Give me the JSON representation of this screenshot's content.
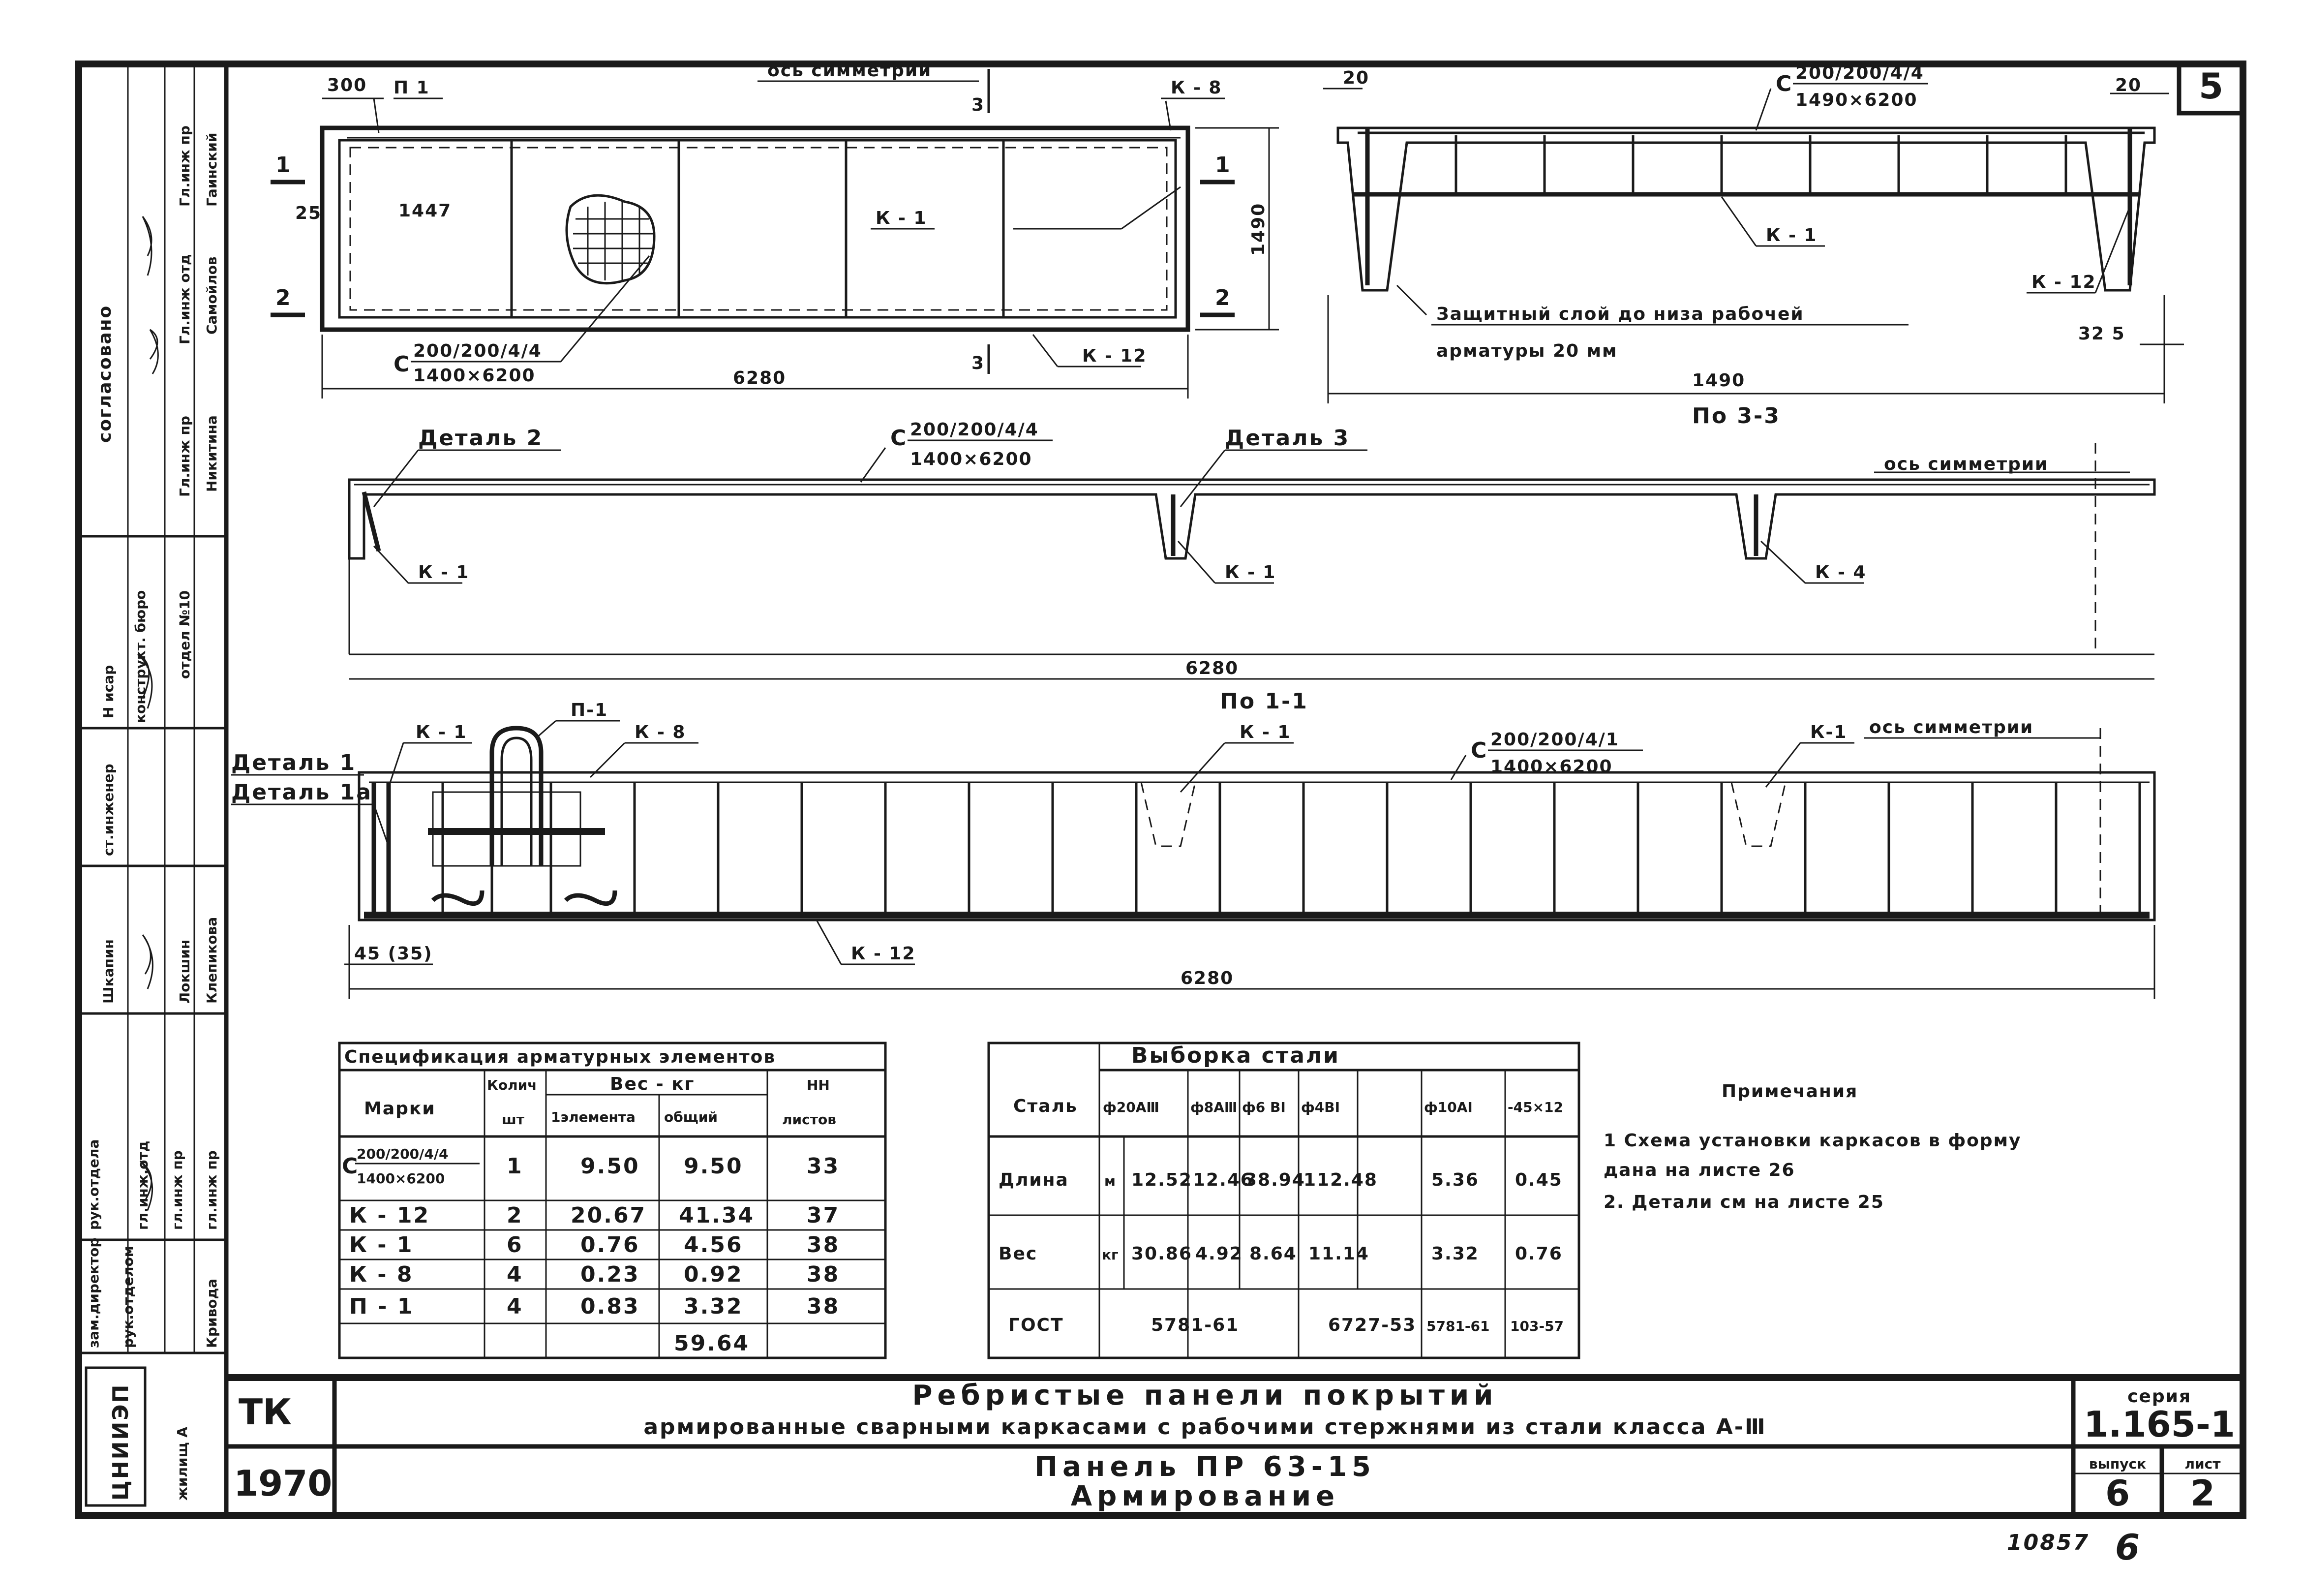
{
  "sheet_number": "5",
  "stamp_number": "10857",
  "stamp_page": "6",
  "plan": {
    "labels": {
      "p1": "П 1",
      "k8": "К - 8",
      "k1": "К - 1",
      "k12": "К - 12",
      "axis": "ось симметрии",
      "mesh_top": "200/200/4/4",
      "mesh_bottom": "1400×6200",
      "mesh_prefix": "С",
      "section1": "1",
      "section2": "2",
      "section3": "3"
    },
    "dims": {
      "d300": "300",
      "d1447": "1447",
      "d25": "25",
      "d1490": "1490",
      "d6280": "6280"
    }
  },
  "section33": {
    "title": "По 3-3",
    "mesh_top": "200/200/4/4",
    "mesh_bottom": "1490×6200",
    "mesh_prefix": "С",
    "k1": "К - 1",
    "k12": "К - 12",
    "note_line1": "Защитный слой до низа рабочей",
    "note_line2": "арматуры  20 мм",
    "d20a": "20",
    "d20b": "20",
    "d325": "32 5",
    "d1490": "1490"
  },
  "section_long": {
    "detail2": "Деталь 2",
    "detail3": "Деталь 3",
    "mesh_top": "200/200/4/4",
    "mesh_bottom": "1400×6200",
    "mesh_prefix": "С",
    "axis": "ось симметрии",
    "k1": "К - 1",
    "k1b": "К - 4",
    "d6280": "6280"
  },
  "section11": {
    "title": "По 1-1",
    "detail1": "Деталь 1",
    "detail1a": "Деталь 1а",
    "k1": "К - 1",
    "p1": "П-1",
    "k8": "К - 8",
    "k1c": "К - 1",
    "mesh_top": "200/200/4/1",
    "mesh_bottom": "1400×6200",
    "mesh_prefix": "С",
    "k1d": "К-1",
    "axis": "ось симметрии",
    "d45": "45 (35)",
    "k12": "К - 12",
    "d6280": "6280"
  },
  "spec_table": {
    "title": "Спецификация арматурных элементов",
    "headers": {
      "mark": "Марки",
      "qty": "Колич",
      "qty_unit": "шт",
      "weight": "Вес - кг",
      "per_elem": "1элемента",
      "total": "общий",
      "sheets": "НН",
      "sheets_sub": "листов"
    },
    "rows": [
      {
        "mark_top": "200/200/4/4",
        "mark_bottom": "1400×6200",
        "mark_prefix": "С",
        "qty": "1",
        "per": "9.50",
        "total": "9.50",
        "sheet": "33"
      },
      {
        "mark": "К - 12",
        "qty": "2",
        "per": "20.67",
        "total": "41.34",
        "sheet": "37"
      },
      {
        "mark": "К - 1",
        "qty": "6",
        "per": "0.76",
        "total": "4.56",
        "sheet": "38"
      },
      {
        "mark": "К - 8",
        "qty": "4",
        "per": "0.23",
        "total": "0.92",
        "sheet": "38"
      },
      {
        "mark": "П - 1",
        "qty": "4",
        "per": "0.83",
        "total": "3.32",
        "sheet": "38"
      }
    ],
    "grand_total": "59.64"
  },
  "steel_table": {
    "title": "Выборка  стали",
    "col_steel": "Сталь",
    "cols": [
      "ф20АⅢ",
      "ф8АⅢ",
      "ф6 ВI",
      "ф4ВI",
      "ф10АI",
      "-45×12"
    ],
    "length_label": "Длина",
    "length_unit": "м",
    "length": [
      "12.52",
      "12.46",
      "38.94",
      "112.48",
      "5.36",
      "0.45"
    ],
    "weight_label": "Вес",
    "weight_unit": "кг",
    "weight": [
      "30.86",
      "4.92",
      "8.64",
      "11.14",
      "3.32",
      "0.76"
    ],
    "gost_label": "ГОСТ",
    "gost": [
      "5781-61",
      "6727-53",
      "5781-61",
      "103-57"
    ]
  },
  "notes": {
    "title": "Примечания",
    "items": [
      "1  Схема установки каркасов в форму",
      "   дана на листе 26",
      "2. Детали см на листе 25"
    ]
  },
  "title_block": {
    "tk": "ТК",
    "year": "1970",
    "line1": "Ребристые  панели  покрытий",
    "line2": "армированные сварными каркасами с рабочими стержнями из стали класса А-Ⅲ",
    "line3": "Панель  ПР 63-15",
    "line4": "Армирование",
    "series_label": "серия",
    "series": "1.165-1",
    "issue_label": "выпуск",
    "issue": "6",
    "sheet_label": "лист",
    "sheet": "2",
    "org": "ЦНИИЭП",
    "org_sub": "жилищ А"
  },
  "side_stamp": {
    "header": "согласовано",
    "cols": [
      [
        "Гаинский",
        "Самойлов",
        "Никитина"
      ],
      [
        "Гл.инж пр",
        "Гл.инж отд",
        "Гл.инж пр"
      ],
      [
        "конструкт. бюро",
        "отдел №10"
      ],
      [
        "Н исар"
      ],
      [
        "ст.инженер",
        "Шкапин",
        "Локшин",
        "Клепикова"
      ],
      [
        "рук.отдела",
        "гл.инж.отд",
        "гл.инж пр",
        "гл.инж пр"
      ],
      [
        "зам.директор",
        "рук.отделом",
        "Кривода"
      ]
    ]
  }
}
